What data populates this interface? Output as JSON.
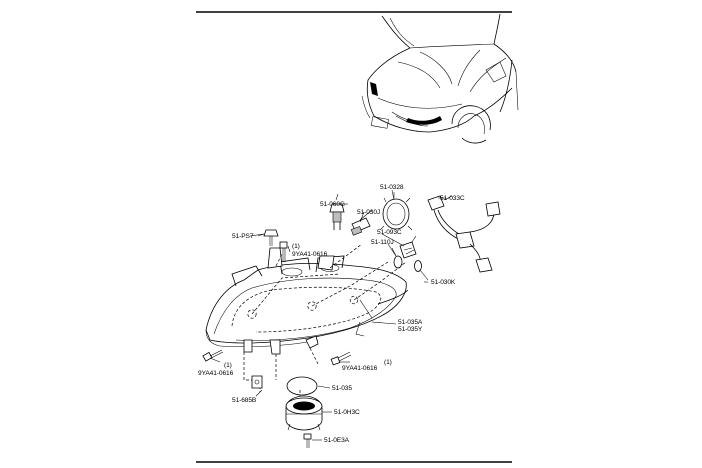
{
  "labels": {
    "hl_bulb_h": "51-060G",
    "hl_bulb_l": "51-030J",
    "cap": "51-0328",
    "harness": "51-033C",
    "bulb_holder": "51-093C",
    "side_bulb": "51-110J",
    "front_bulb": "51-030K",
    "bolt_ps7": "51-PS7",
    "screw_top": "9YA41-0616",
    "screw_top_qty": "(1)",
    "screw_left": "9YA41-0616",
    "screw_left_qty": "(1)",
    "screw_right": "9YA41-0616",
    "screw_right_qty": "(1)",
    "headlamp_a": "51-035A",
    "headlamp_y": "51-035Y",
    "gasket": "51-035",
    "bracket": "51-685B",
    "leveling_unit": "51-0H3C",
    "leveling_screw": "51-0E3A"
  }
}
